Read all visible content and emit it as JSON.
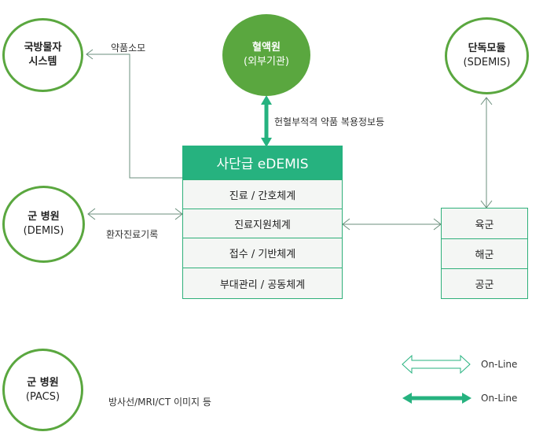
{
  "nodes": {
    "national_material": {
      "line1": "국방물자",
      "line2": "시스템"
    },
    "blood_center": {
      "line1": "혈액원",
      "line2": "(외부기관)"
    },
    "standalone": {
      "line1": "단독모듈",
      "line2": "(SDEMIS)"
    },
    "army_hospital_demis": {
      "line1": "군 병원",
      "line2": "(DEMIS)"
    },
    "army_hospital_pacs": {
      "line1": "군 병원",
      "line2": "(PACS)"
    }
  },
  "edemis": {
    "title": "사단급 eDEMIS",
    "rows": [
      "진료 / 간호체계",
      "진료지원체계",
      "접수 / 기반체계",
      "부대관리 / 공동체계"
    ]
  },
  "branches": [
    "육군",
    "해군",
    "공군"
  ],
  "edge_labels": {
    "drug_consumption": "약품소모",
    "blood_info": "헌혈부적격 약품 복용정보등",
    "patient_records": "환자진료기록",
    "imaging": "방사선/MRI/CT 이미지 등"
  },
  "legend": [
    {
      "style": "outline",
      "label": "On-Line"
    },
    {
      "style": "solid",
      "label": "On-Line"
    }
  ],
  "colors": {
    "green_circle": "#5aa73f",
    "teal": "#26b27f",
    "line_gray": "#6b8f7c"
  }
}
